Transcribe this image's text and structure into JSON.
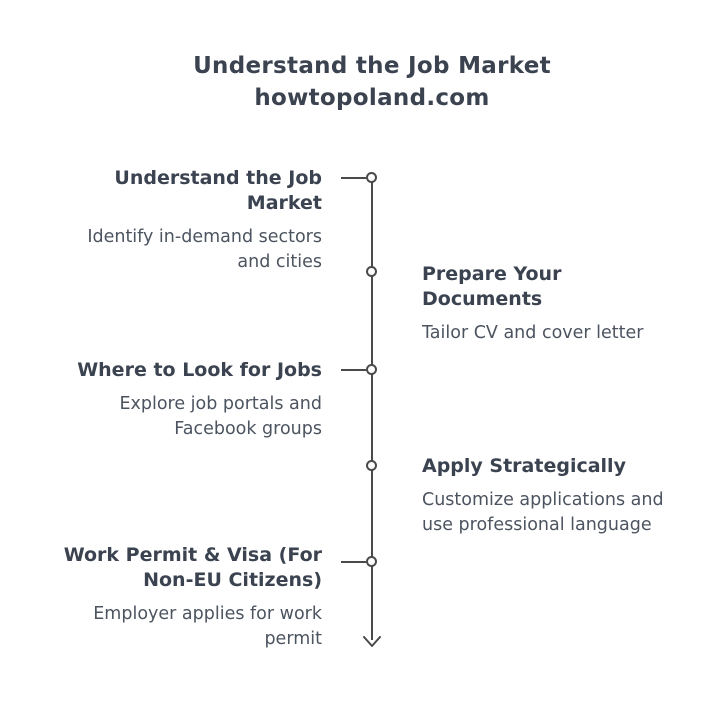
{
  "header": {
    "title_line1": "Understand the Job Market",
    "title_line2": "howtopoland.com"
  },
  "timeline": {
    "items": [
      {
        "side": "left",
        "title": "Understand the Job Market",
        "description": "Identify in-demand sectors and cities"
      },
      {
        "side": "right",
        "title": "Prepare Your Documents",
        "description": "Tailor CV and cover letter"
      },
      {
        "side": "left",
        "title": "Where to Look for Jobs",
        "description": "Explore job portals and Facebook groups"
      },
      {
        "side": "right",
        "title": "Apply Strategically",
        "description": "Customize applications and use professional language"
      },
      {
        "side": "left",
        "title": "Work Permit & Visa (For Non-EU Citizens)",
        "description": "Employer applies for work permit"
      }
    ],
    "colors": {
      "text_title": "#3b4350",
      "text_description": "#4c5460",
      "line": "#4a4a4a",
      "background": "#ffffff"
    }
  }
}
